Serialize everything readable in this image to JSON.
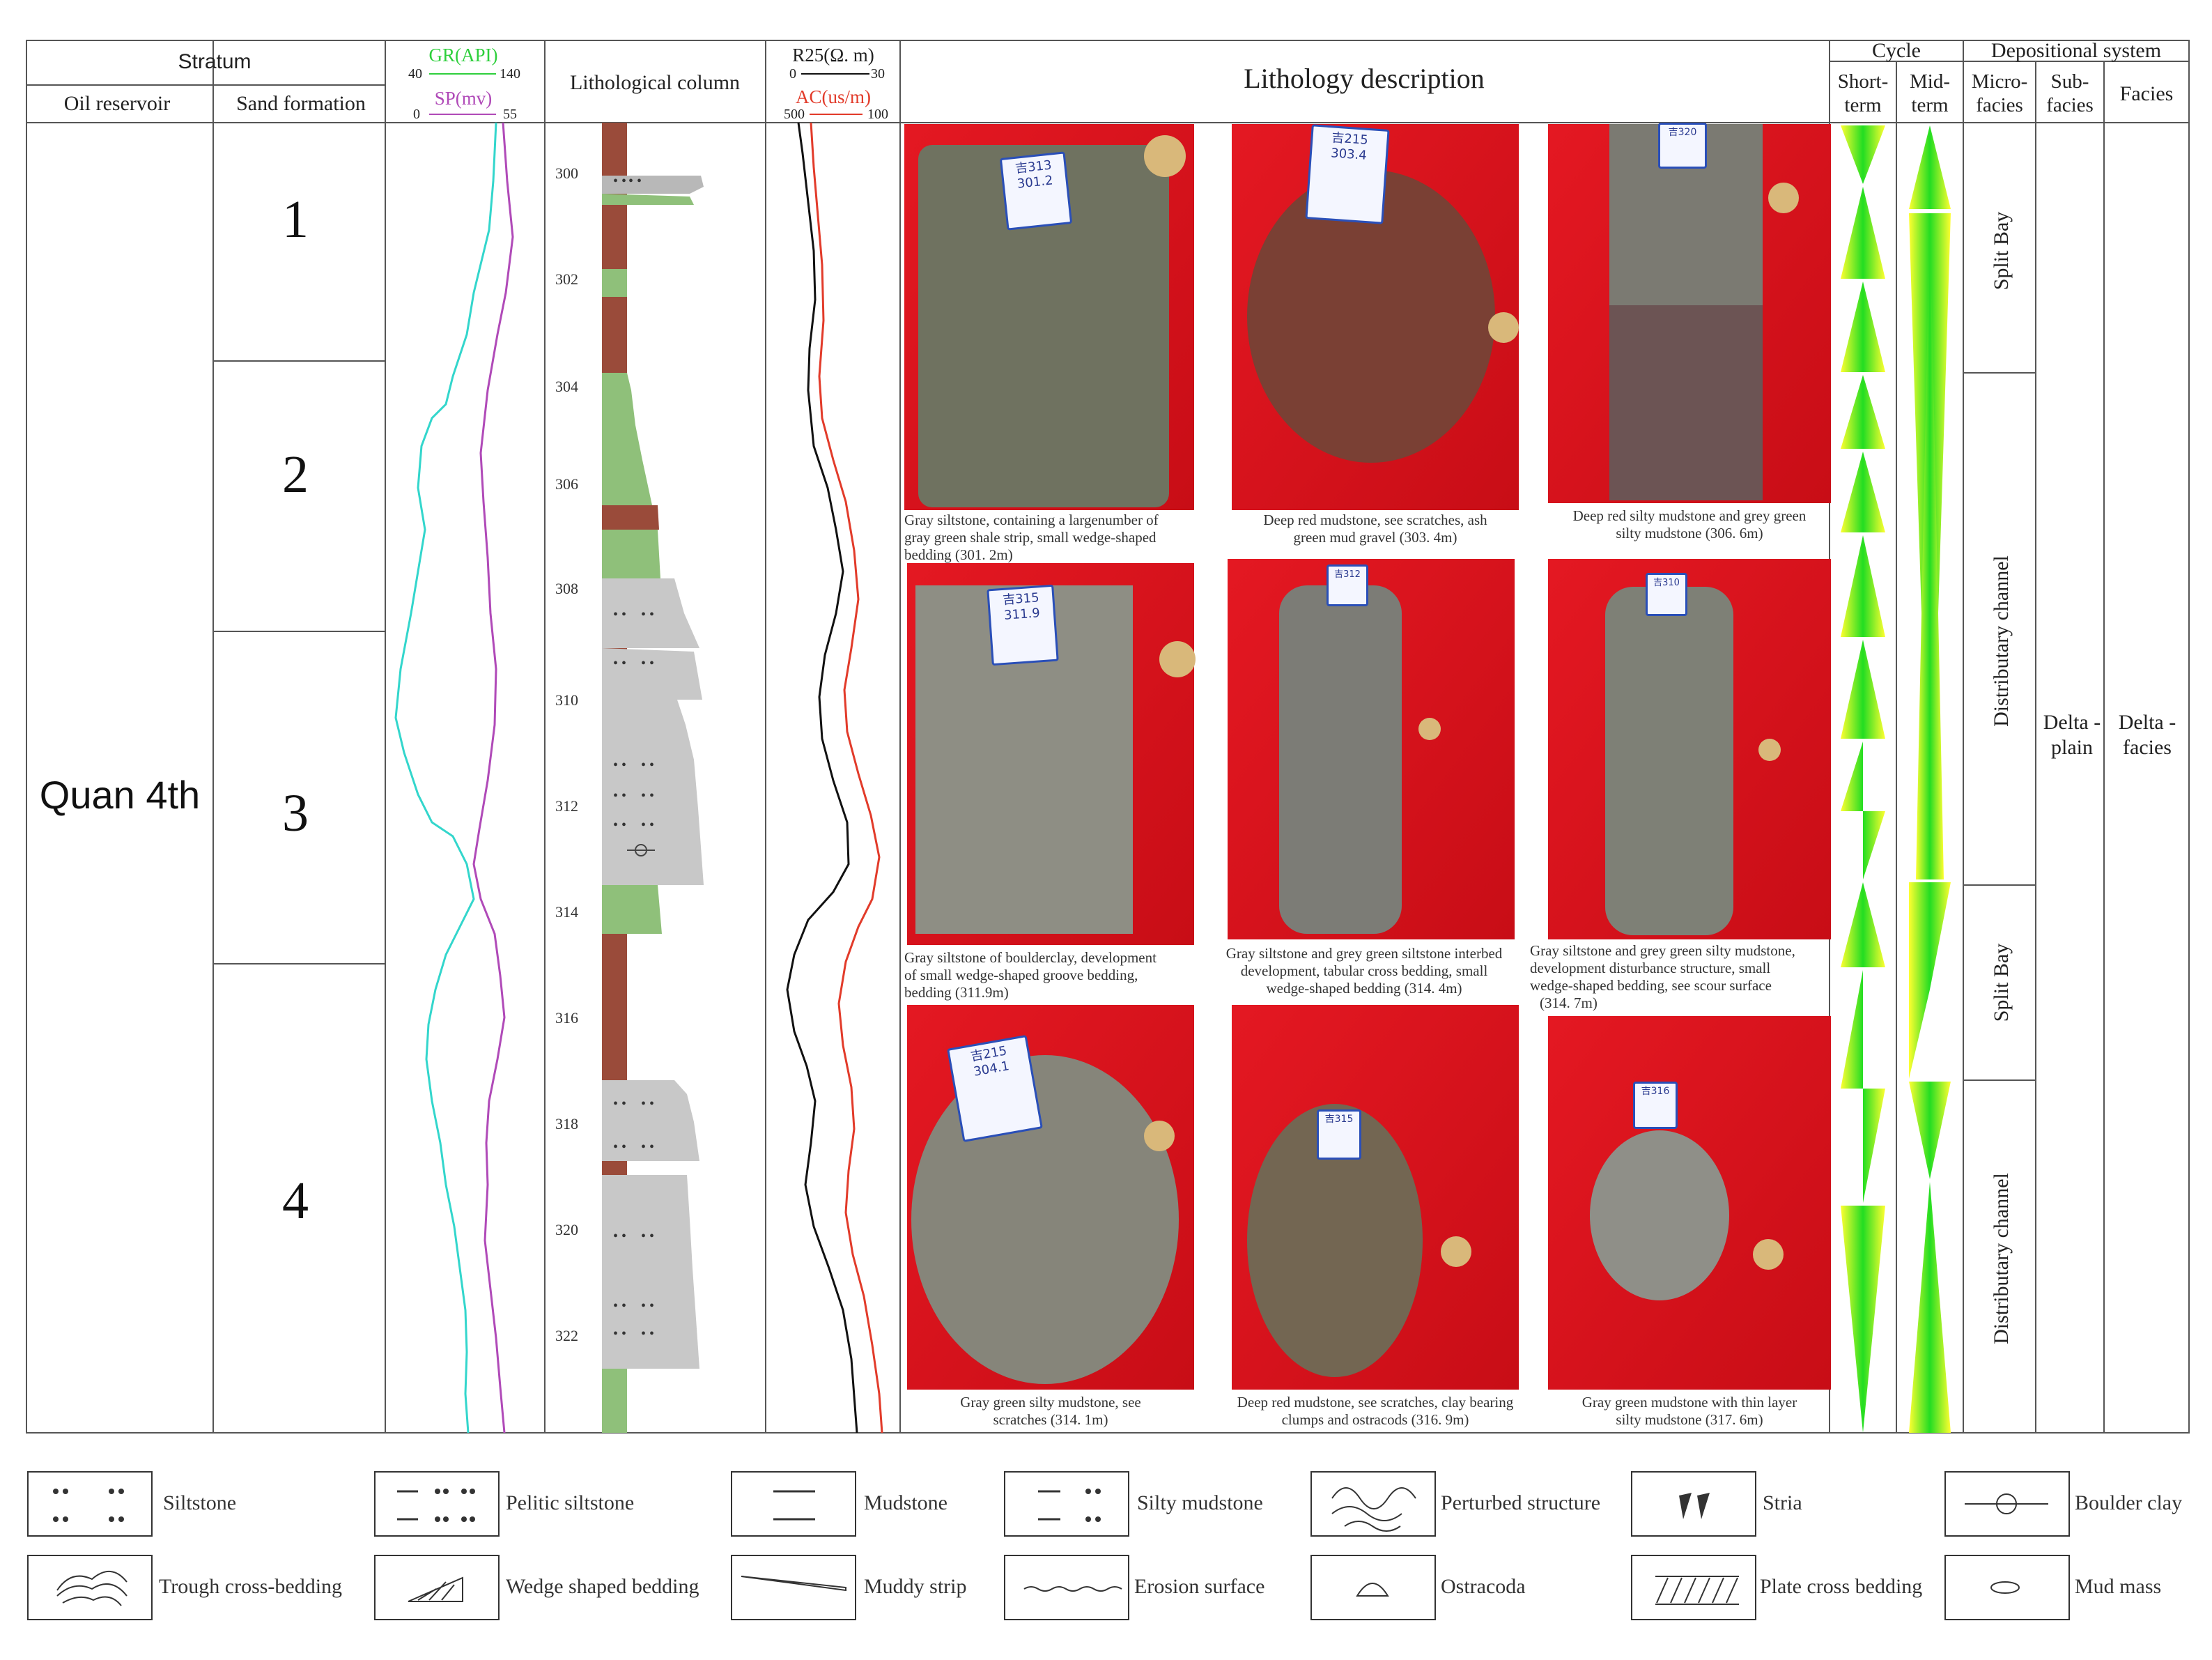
{
  "header": {
    "stratum": "Stratum",
    "oil_reservoir": "Oil reservoir",
    "sand_formation": "Sand formation",
    "gr": "GR(API)",
    "gr_min": "40",
    "gr_max": "140",
    "sp": "SP(mv)",
    "sp_min": "0",
    "sp_max": "55",
    "lith_column": "Lithological column",
    "r25": "R25(Ω. m)",
    "r25_min": "0",
    "r25_max": "30",
    "ac": "AC(us/m)",
    "ac_min": "500",
    "ac_max": "100",
    "lith_desc": "Lithology description",
    "cycle": "Cycle",
    "short1": "Short-",
    "short2": "term",
    "mid1": "Mid-",
    "mid2": "term",
    "dep_system": "Depositional system",
    "micro1": "Micro-",
    "micro2": "facies",
    "sub1": "Sub-",
    "sub2": "facies",
    "facies": "Facies"
  },
  "reservoir": "Quan 4th",
  "sand_formations": [
    "1",
    "2",
    "3",
    "4"
  ],
  "depth_ticks": [
    "300",
    "302",
    "304",
    "306",
    "308",
    "310",
    "312",
    "314",
    "316",
    "318",
    "320",
    "322"
  ],
  "microfacies": [
    "Split  Bay",
    "Distributary channel",
    "Split  Bay",
    "Distributary channel"
  ],
  "subfacies": [
    "Delta -",
    "plain"
  ],
  "facies_value": [
    "Delta -",
    "facies"
  ],
  "photos": [
    {
      "tag": "吉313",
      "tag2": "301.2",
      "caption": [
        "Gray siltstone, containing a largenumber of",
        "gray green shale strip, small wedge-shaped",
        "bedding (301. 2m)"
      ]
    },
    {
      "tag": "吉215",
      "tag2": "303.4",
      "caption": [
        "Deep red mudstone, see scratches, ash",
        "green mud gravel (303. 4m)"
      ]
    },
    {
      "tag": "吉320",
      "tag2": "",
      "caption": [
        "Deep red silty mudstone and grey green",
        "silty mudstone (306. 6m)"
      ]
    },
    {
      "tag": "吉315",
      "tag2": "311.9",
      "caption": [
        "Gray siltstone of boulderclay, development",
        "of small wedge-shaped groove bedding,",
        "bedding (311.9m)"
      ]
    },
    {
      "tag": "吉312",
      "tag2": "",
      "caption": [
        "Gray siltstone and grey green siltstone interbed",
        "development, tabular cross bedding, small",
        "wedge-shaped bedding (314. 4m)"
      ]
    },
    {
      "tag": "吉310",
      "tag2": "",
      "caption": [
        "Gray siltstone and grey green silty mudstone,",
        "development disturbance structure, small",
        "wedge-shaped bedding, see scour surface",
        "(314. 7m)"
      ]
    },
    {
      "tag": "吉215",
      "tag2": "304.1",
      "caption": [
        "Gray green silty mudstone, see",
        "scratches (314. 1m)"
      ]
    },
    {
      "tag": "吉315",
      "tag2": "",
      "caption": [
        "Deep red mudstone, see scratches, clay bearing",
        "clumps and ostracods (316. 9m)"
      ]
    },
    {
      "tag": "吉316",
      "tag2": "",
      "caption": [
        "Gray green mudstone with thin layer",
        "silty mudstone (317. 6m)"
      ]
    }
  ],
  "legend": [
    {
      "icon": "siltstone-icon",
      "label": "Siltstone"
    },
    {
      "icon": "pelitic-siltstone-icon",
      "label": "Pelitic siltstone"
    },
    {
      "icon": "mudstone-icon",
      "label": "Mudstone"
    },
    {
      "icon": "silty-mudstone-icon",
      "label": "Silty mudstone"
    },
    {
      "icon": "perturbed-structure-icon",
      "label": "Perturbed structure"
    },
    {
      "icon": "stria-icon",
      "label": "Stria"
    },
    {
      "icon": "boulder-clay-icon",
      "label": "Boulder clay"
    },
    {
      "icon": "trough-cross-bedding-icon",
      "label": "Trough cross-bedding"
    },
    {
      "icon": "wedge-bedding-icon",
      "label": "Wedge shaped bedding"
    },
    {
      "icon": "muddy-strip-icon",
      "label": "Muddy strip"
    },
    {
      "icon": "erosion-surface-icon",
      "label": "Erosion surface"
    },
    {
      "icon": "ostracoda-icon",
      "label": "Ostracoda"
    },
    {
      "icon": "plate-cross-bedding-icon",
      "label": "Plate cross bedding"
    },
    {
      "icon": "mud-mass-icon",
      "label": "Mud mass"
    }
  ],
  "colors": {
    "gr": "#33d6cc",
    "sp": "#b04ab8",
    "r25": "#111111",
    "ac": "#e23b2a",
    "mudstone": "#9a4b3a",
    "green_layer": "#8fc07a",
    "sand": "#c8c8c8",
    "photo_bg": "#e0141c",
    "cycle_green": "#2ee82e",
    "cycle_yellow": "#ffff30"
  }
}
